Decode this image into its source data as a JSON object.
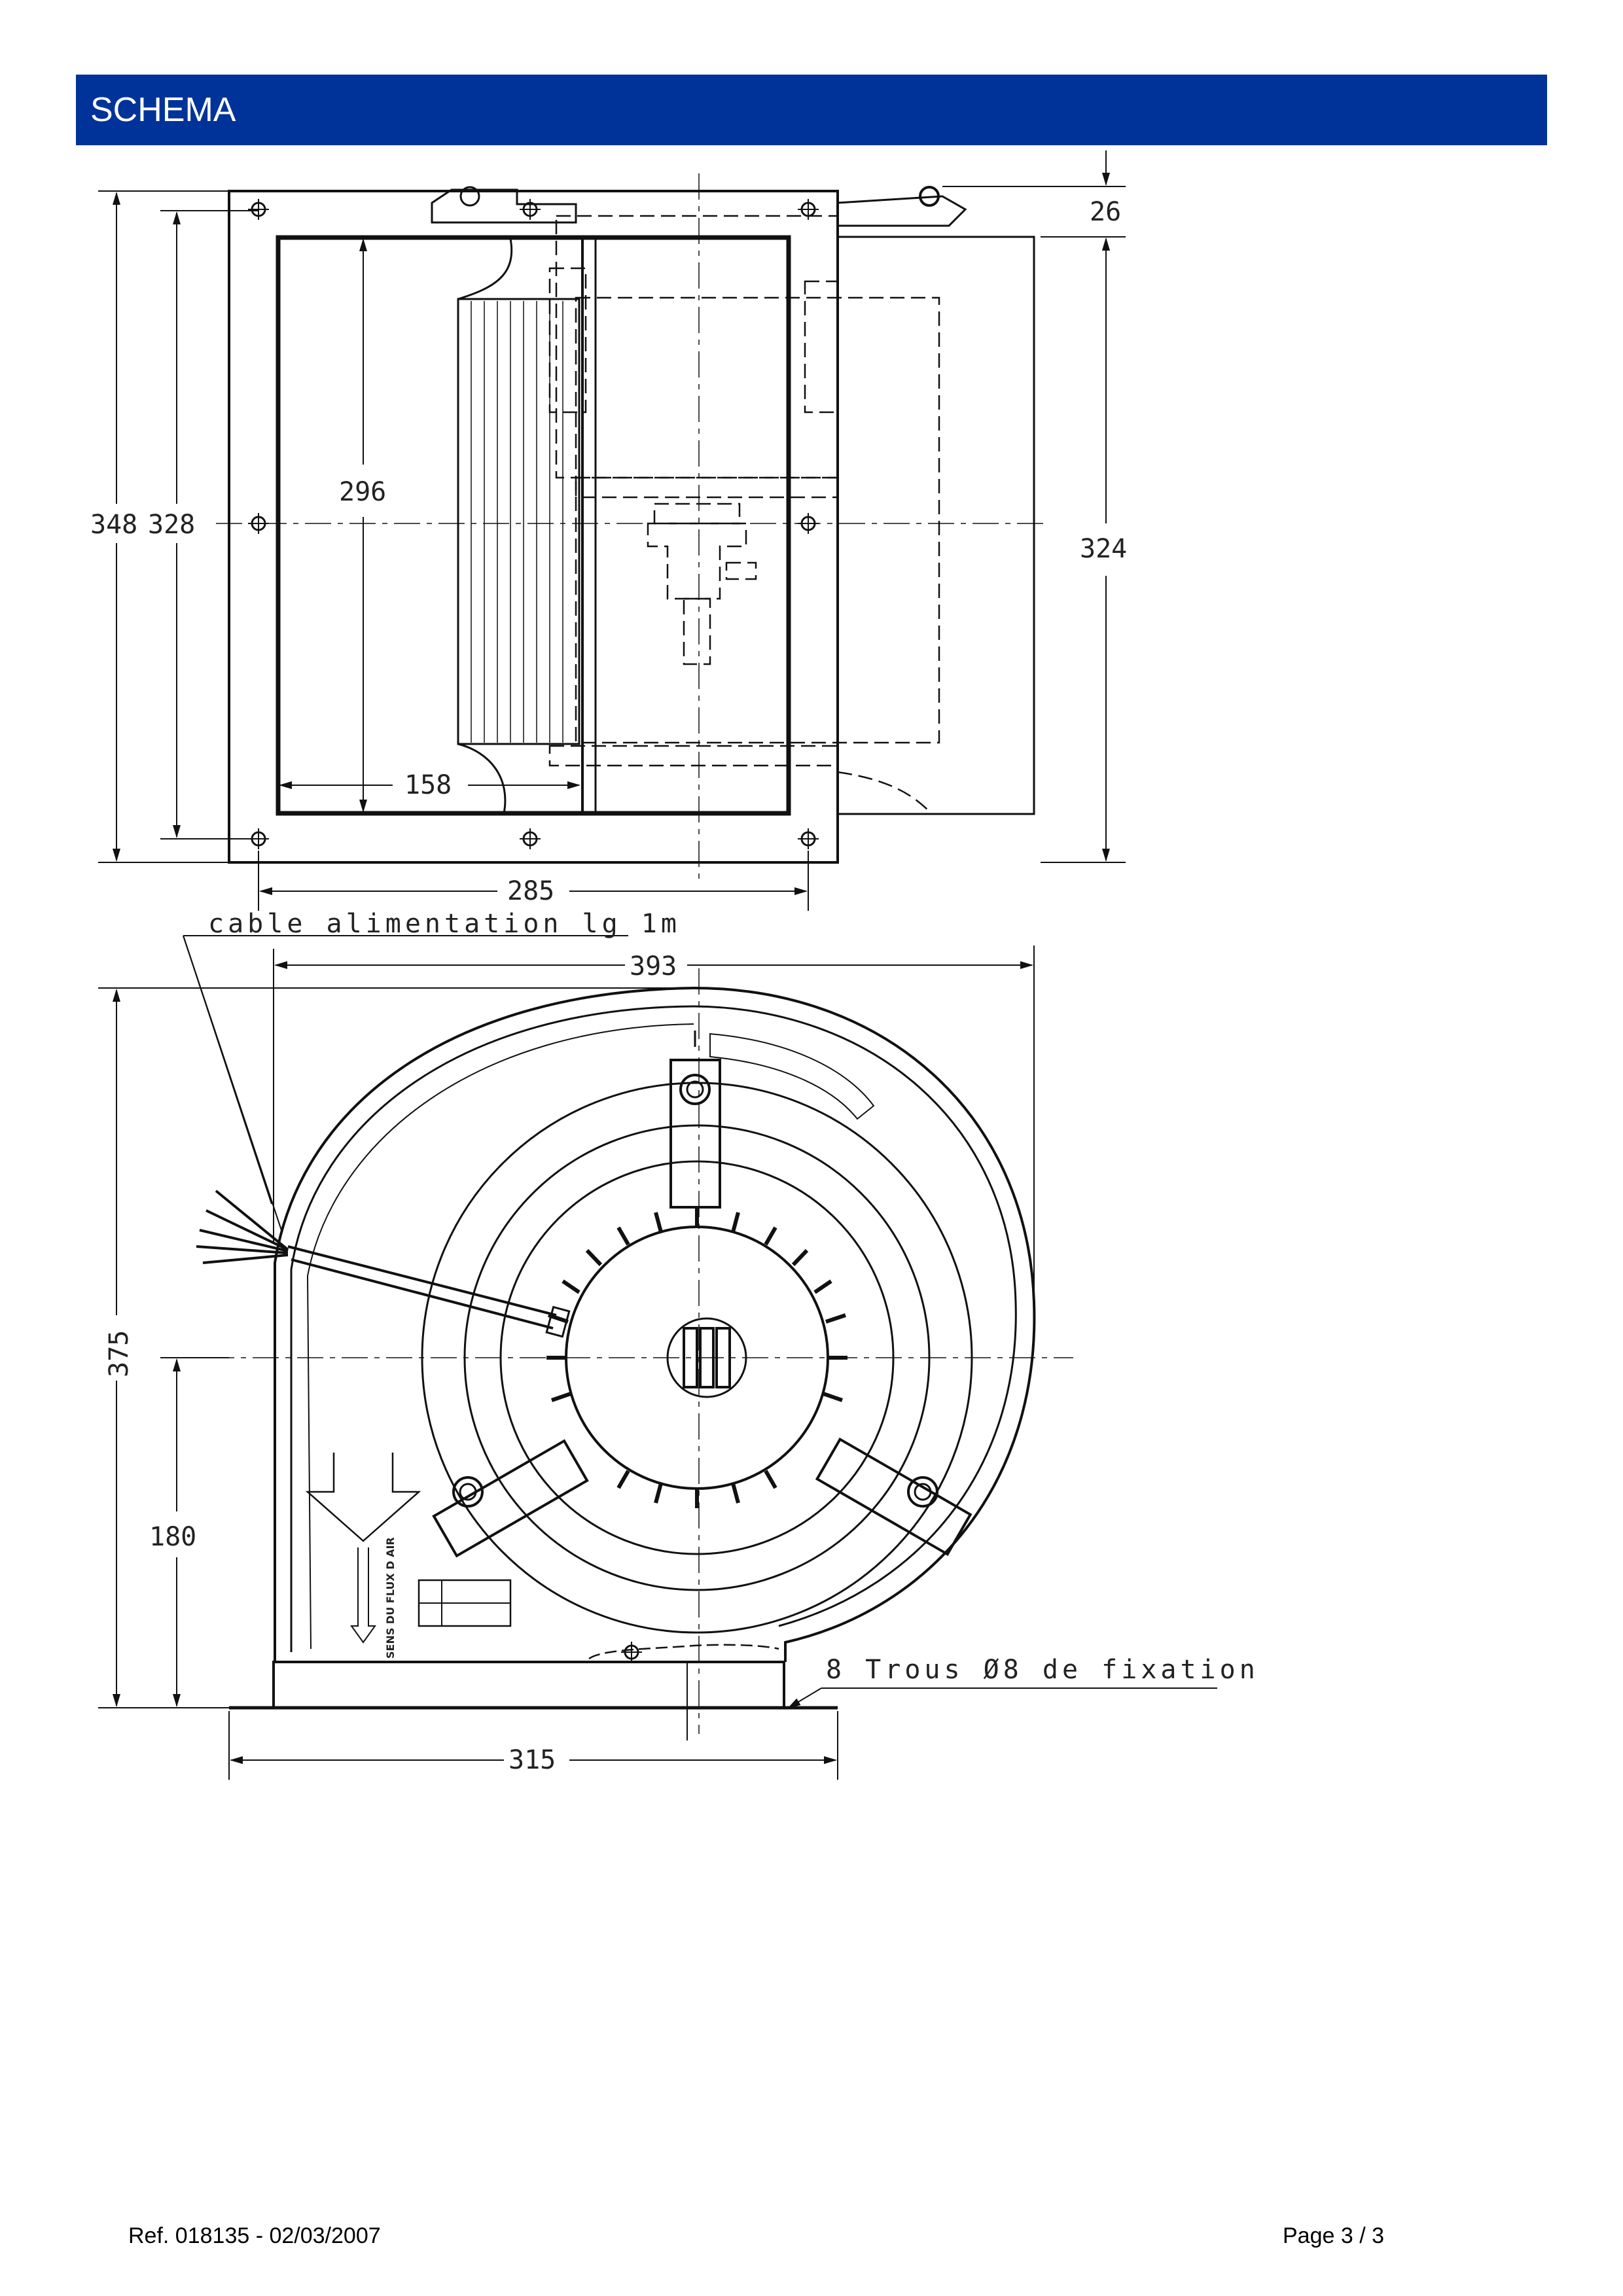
{
  "header": {
    "title": "SCHEMA",
    "color": "#003399"
  },
  "drawing": {
    "top_view": {
      "dims": {
        "d26": "26",
        "d348": "348",
        "d328": "328",
        "d296": "296",
        "d324": "324",
        "d158": "158",
        "d285": "285"
      }
    },
    "front_view": {
      "cable_note": "cable alimentation lg 1m",
      "dims": {
        "d393": "393",
        "d375": "375",
        "d180": "180",
        "d315": "315"
      },
      "fixing_note": "8 Trous Ø8 de fixation",
      "airflow_label": "SENS DU FLUX D AIR"
    }
  },
  "footer": {
    "ref": "Ref. 018135 - 02/03/2007",
    "page": "Page 3 / 3"
  }
}
